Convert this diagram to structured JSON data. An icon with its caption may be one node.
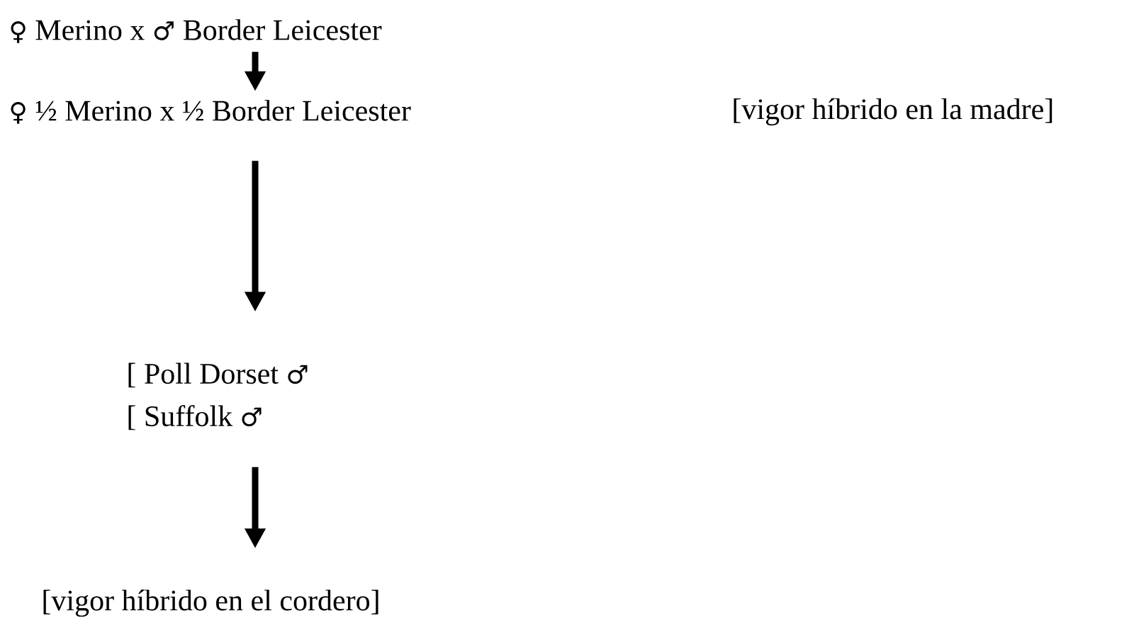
{
  "diagram": {
    "nodes": [
      {
        "text": [
          "♀ Merino  x  ♂ Border Leicester"
        ]
      },
      {
        "text": [
          "♀ ½ Merino x  ½ Border Leicester"
        ]
      },
      {
        "text": [
          "[ Poll Dorset ♂",
          "[ Suffolk ♂"
        ]
      },
      {
        "text": [
          "[vigor híbrido en el cordero]"
        ]
      }
    ],
    "edges": [
      {
        "from": 0,
        "to": 1,
        "arrow": "to"
      },
      {
        "from": 1,
        "to": 2,
        "arrow": "to"
      },
      {
        "from": 2,
        "to": 3,
        "arrow": "to"
      }
    ],
    "labels": [
      "[vigor híbrido en la madre]"
    ]
  }
}
